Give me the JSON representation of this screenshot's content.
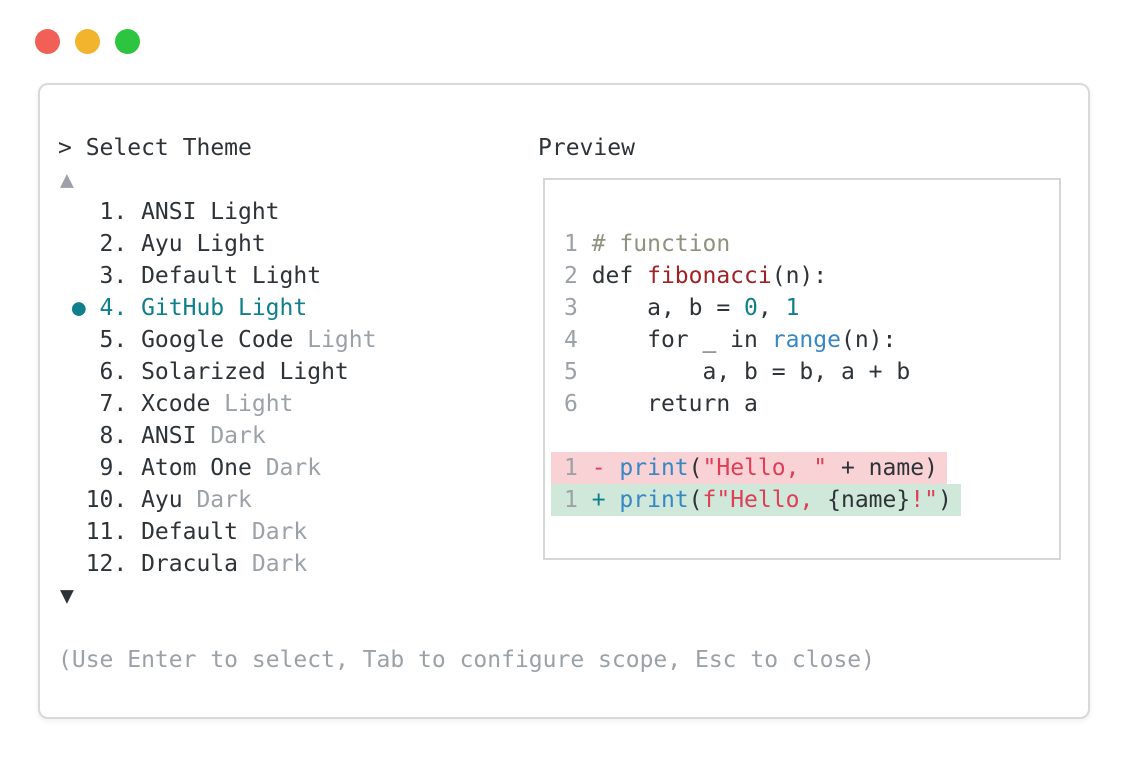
{
  "window_controls": {
    "close_color": "#f25f57",
    "minimize_color": "#f2b32d",
    "zoom_color": "#2dc43f"
  },
  "colors": {
    "fg": "#2e3338",
    "dim": "#9ba1a6",
    "accent": "#0f7f8b",
    "comment": "#8e9380",
    "func": "#a02227",
    "builtin": "#3787c5",
    "number": "#0f7f8b",
    "string": "#e03d56",
    "removed_bg": "#f8d2d5",
    "added_bg": "#cfe8d9"
  },
  "picker": {
    "prompt": "> Select Theme",
    "scroll_up_icon": "▲",
    "scroll_down_icon": "▼",
    "selected_bullet_icon": "●",
    "items": [
      {
        "number": "1.",
        "selected": false,
        "parts": [
          {
            "text": "ANSI Light",
            "dim": false
          }
        ]
      },
      {
        "number": "2.",
        "selected": false,
        "parts": [
          {
            "text": "Ayu Light",
            "dim": false
          }
        ]
      },
      {
        "number": "3.",
        "selected": false,
        "parts": [
          {
            "text": "Default Light",
            "dim": false
          }
        ]
      },
      {
        "number": "4.",
        "selected": true,
        "parts": [
          {
            "text": "GitHub Light",
            "dim": false
          }
        ]
      },
      {
        "number": "5.",
        "selected": false,
        "parts": [
          {
            "text": "Google Code ",
            "dim": false
          },
          {
            "text": "Light",
            "dim": true
          }
        ]
      },
      {
        "number": "6.",
        "selected": false,
        "parts": [
          {
            "text": "Solarized Light",
            "dim": false
          }
        ]
      },
      {
        "number": "7.",
        "selected": false,
        "parts": [
          {
            "text": "Xcode ",
            "dim": false
          },
          {
            "text": "Light",
            "dim": true
          }
        ]
      },
      {
        "number": "8.",
        "selected": false,
        "parts": [
          {
            "text": "ANSI ",
            "dim": false
          },
          {
            "text": "Dark",
            "dim": true
          }
        ]
      },
      {
        "number": "9.",
        "selected": false,
        "parts": [
          {
            "text": "Atom One ",
            "dim": false
          },
          {
            "text": "Dark",
            "dim": true
          }
        ]
      },
      {
        "number": "10.",
        "selected": false,
        "parts": [
          {
            "text": "Ayu ",
            "dim": false
          },
          {
            "text": "Dark",
            "dim": true
          }
        ]
      },
      {
        "number": "11.",
        "selected": false,
        "parts": [
          {
            "text": "Default ",
            "dim": false
          },
          {
            "text": "Dark",
            "dim": true
          }
        ]
      },
      {
        "number": "12.",
        "selected": false,
        "parts": [
          {
            "text": "Dracula ",
            "dim": false
          },
          {
            "text": "Dark",
            "dim": true
          }
        ]
      }
    ],
    "hint": "(Use Enter to select, Tab to configure scope, Esc to close)"
  },
  "preview": {
    "title": "Preview",
    "lines": [
      {
        "num": "1",
        "tokens": [
          [
            "# function",
            "comment"
          ]
        ]
      },
      {
        "num": "2",
        "tokens": [
          [
            "def ",
            "fg"
          ],
          [
            "fibonacci",
            "func"
          ],
          [
            "(n):",
            "fg"
          ]
        ]
      },
      {
        "num": "3",
        "tokens": [
          [
            "    a, b = ",
            "fg"
          ],
          [
            "0",
            "number"
          ],
          [
            ", ",
            "fg"
          ],
          [
            "1",
            "number"
          ]
        ]
      },
      {
        "num": "4",
        "tokens": [
          [
            "    for _ in ",
            "fg"
          ],
          [
            "range",
            "builtin"
          ],
          [
            "(n):",
            "fg"
          ]
        ]
      },
      {
        "num": "5",
        "tokens": [
          [
            "        a, b = b, a + b",
            "fg"
          ]
        ]
      },
      {
        "num": "6",
        "tokens": [
          [
            "    return a",
            "fg"
          ]
        ]
      },
      {
        "num": "",
        "tokens": []
      },
      {
        "num": "1",
        "bg": "removed_bg",
        "kind": "removed",
        "tokens": [
          [
            "- ",
            "string"
          ],
          [
            "print",
            "builtin"
          ],
          [
            "(",
            "fg"
          ],
          [
            "\"Hello, \"",
            "string"
          ],
          [
            " + name)",
            "fg"
          ]
        ]
      },
      {
        "num": "1",
        "bg": "added_bg",
        "kind": "added",
        "tokens": [
          [
            "+ ",
            "number"
          ],
          [
            "print",
            "builtin"
          ],
          [
            "(",
            "fg"
          ],
          [
            "f\"Hello, ",
            "string"
          ],
          [
            "{name}",
            "fg"
          ],
          [
            "!\"",
            "string"
          ],
          [
            ")",
            "fg"
          ]
        ]
      }
    ]
  }
}
